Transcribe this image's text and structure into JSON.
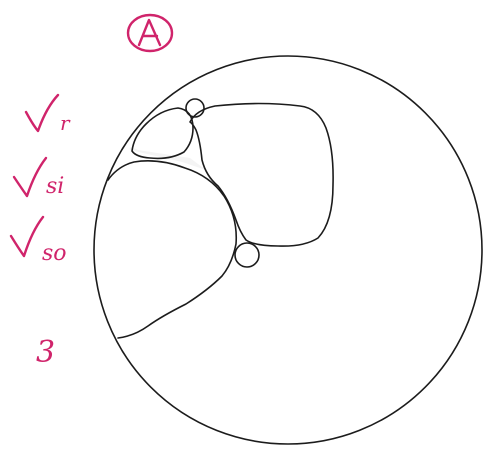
{
  "page": {
    "ink_color": "#1c1c1c",
    "annotation_color": "#d0246b",
    "background": "#ffffff"
  },
  "drawing": {
    "label": "A",
    "annotations": [
      {
        "text": "r",
        "check": true
      },
      {
        "text": "si",
        "check": true
      },
      {
        "text": "so",
        "check": true
      },
      {
        "text": "3",
        "check": false
      }
    ]
  }
}
